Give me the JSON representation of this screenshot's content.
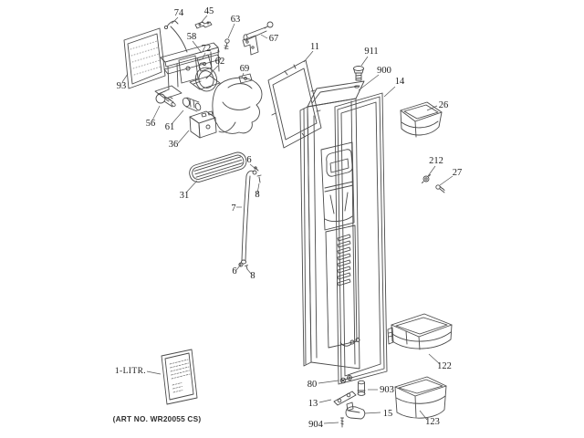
{
  "page": {
    "background_color": "#ffffff",
    "line_color": "#4a4a4a",
    "text_color": "#1c1c1c"
  },
  "footer": {
    "art_no": "(ART NO. WR20055 CS)"
  },
  "annotations": {
    "liter_label": "1-LITR."
  },
  "callouts": {
    "c74": "74",
    "c45": "45",
    "c63": "63",
    "c67": "67",
    "c93": "93",
    "c58": "58",
    "c72": "72",
    "c62": "62",
    "c69": "69",
    "c56": "56",
    "c61": "61",
    "c36": "36",
    "c31": "31",
    "c6_top": "6",
    "c8_top": "8",
    "c7": "7",
    "c6_bottom": "6",
    "c8_bottom": "8",
    "c11": "11",
    "c911": "911",
    "c900": "900",
    "c14": "14",
    "c26": "26",
    "c212": "212",
    "c27": "27",
    "c122": "122",
    "c123": "123",
    "c903": "903",
    "c15": "15",
    "c80": "80",
    "c13": "13",
    "c904": "904"
  }
}
